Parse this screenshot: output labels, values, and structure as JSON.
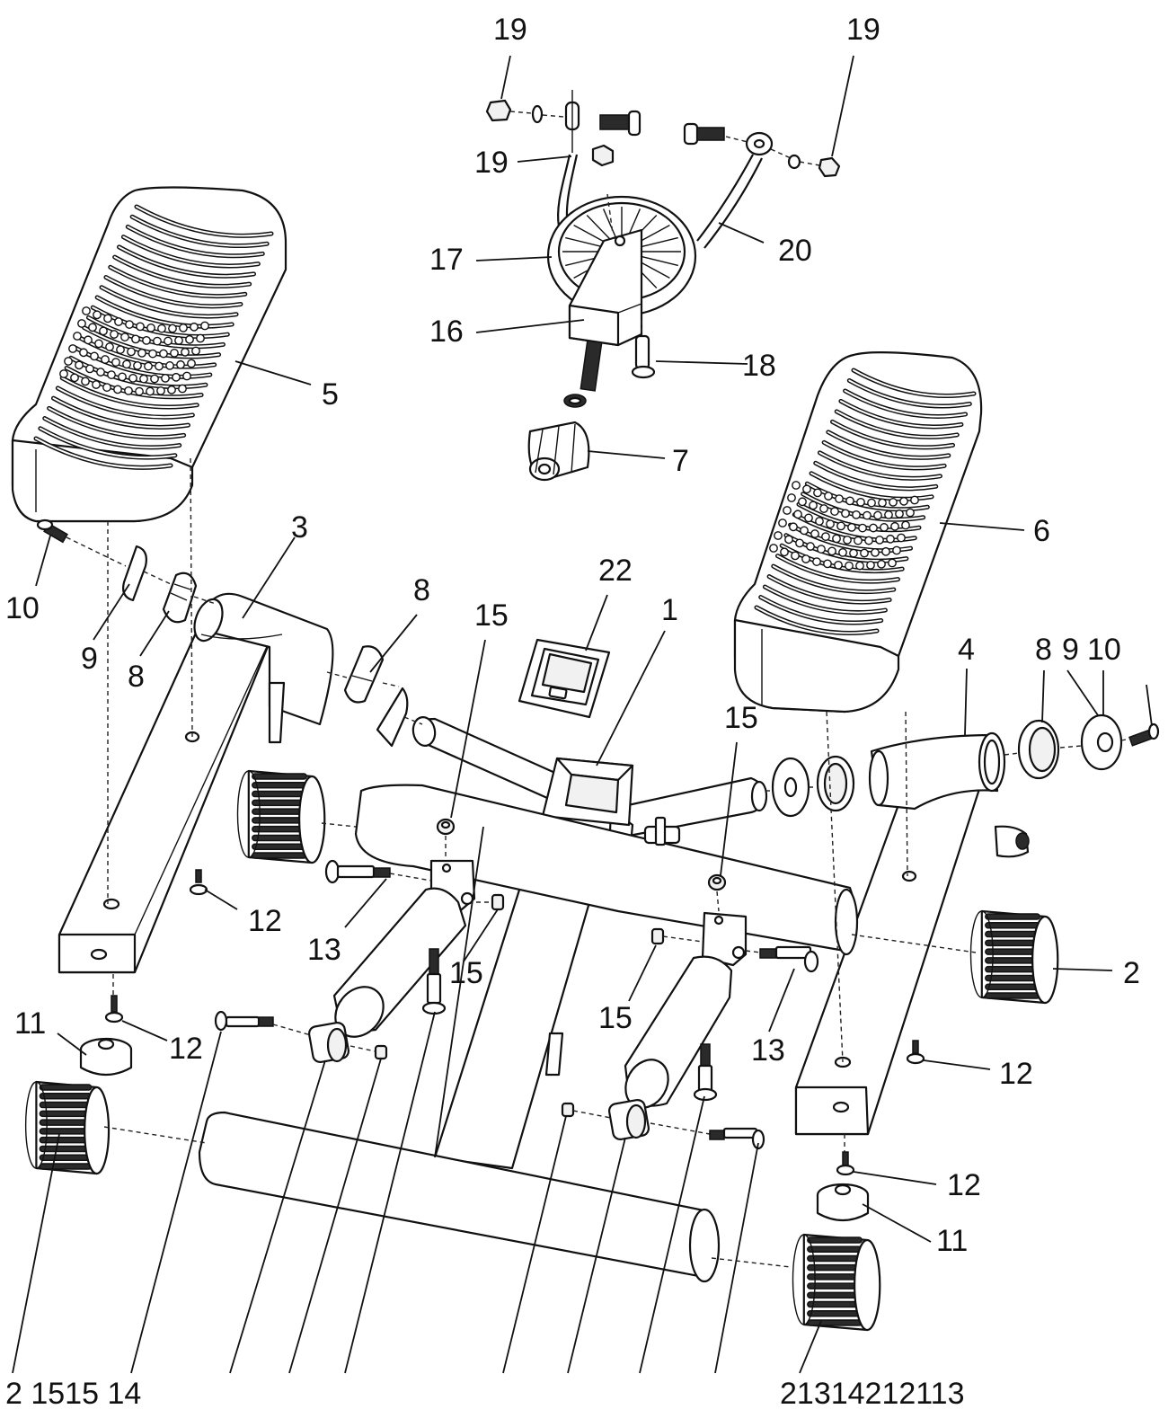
{
  "callouts": [
    {
      "id": "c19a",
      "label": "19"
    },
    {
      "id": "c19b",
      "label": "19"
    },
    {
      "id": "c19c",
      "label": "19"
    },
    {
      "id": "c17",
      "label": "17"
    },
    {
      "id": "c20",
      "label": "20"
    },
    {
      "id": "c16",
      "label": "16"
    },
    {
      "id": "c18",
      "label": "18"
    },
    {
      "id": "c7",
      "label": "7"
    },
    {
      "id": "c5",
      "label": "5"
    },
    {
      "id": "c6",
      "label": "6"
    },
    {
      "id": "c3",
      "label": "3"
    },
    {
      "id": "c10a",
      "label": "10"
    },
    {
      "id": "c9a",
      "label": "9"
    },
    {
      "id": "c8a",
      "label": "8"
    },
    {
      "id": "c8b",
      "label": "8"
    },
    {
      "id": "c22",
      "label": "22"
    },
    {
      "id": "c1",
      "label": "1"
    },
    {
      "id": "c15a",
      "label": "15"
    },
    {
      "id": "c4",
      "label": "4"
    },
    {
      "id": "c8c",
      "label": "8"
    },
    {
      "id": "c9b",
      "label": "9"
    },
    {
      "id": "c10b",
      "label": "10"
    },
    {
      "id": "c15b",
      "label": "15"
    },
    {
      "id": "c12a",
      "label": "12"
    },
    {
      "id": "c13a",
      "label": "13"
    },
    {
      "id": "c15c",
      "label": "15"
    },
    {
      "id": "c2a",
      "label": "2"
    },
    {
      "id": "c15d",
      "label": "15"
    },
    {
      "id": "c13b",
      "label": "13"
    },
    {
      "id": "c11a",
      "label": "11"
    },
    {
      "id": "c12b",
      "label": "12"
    },
    {
      "id": "c12c",
      "label": "12"
    },
    {
      "id": "c12d",
      "label": "12"
    },
    {
      "id": "c11b",
      "label": "11"
    }
  ],
  "bottom_left_labels": "2 1515 14",
  "bottom_right_labels": "21314212113"
}
